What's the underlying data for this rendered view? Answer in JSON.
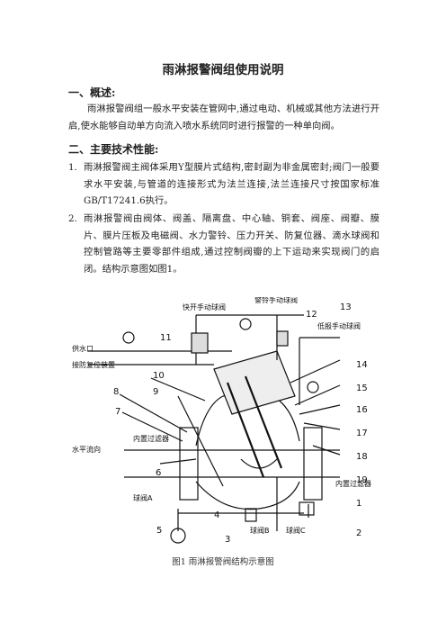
{
  "title": "雨淋报警阀组使用说明",
  "section1": {
    "heading": "一、概述:",
    "para": "雨淋报警阀组一般水平安装在管网中,通过电动、机械或其他方法进行开启,使水能够自动单方向流入喷水系统同时进行报警的一种单向阀。"
  },
  "section2": {
    "heading": "二、主要技术性能:",
    "items": [
      {
        "num": "1.",
        "text": "雨淋报警阀主阀体采用Y型膜片式结构,密封副为非金属密封;阀门一般要求水平安装,与管道的连接形式为法兰连接,法兰连接尺寸按国家标准GB/T17241.6执行。"
      },
      {
        "num": "2.",
        "text": "雨淋报警阀由阀体、阀盖、隔离盘、中心轴、铜套、阀座、阀瓣、膜片、膜片压板及电磁阀、水力警铃、压力开关、防复位器、滴水球阀和控制管路等主要零部件组成,通过控制阀瓣的上下运动来实现阀门的启闭。结构示意图如图1。"
      }
    ]
  },
  "figure": {
    "caption": "图1  雨淋报警阀结构示意图",
    "labels": {
      "top_left": "快开手动球阀",
      "top_mid": "警铃手动球阀",
      "top_right": "低报手动球阀",
      "supply": "供水口",
      "supply2": "接防复位装置",
      "water_to": "水平流向",
      "inner_left": "内置过滤器",
      "inner_right": "内置过滤器",
      "ball_a": "球阀A",
      "ball_b": "球阀B",
      "ball_c": "球阀C"
    },
    "numbers": [
      "1",
      "2",
      "3",
      "4",
      "5",
      "6",
      "7",
      "8",
      "9",
      "10",
      "11",
      "12",
      "13",
      "14",
      "15",
      "16",
      "17",
      "18",
      "19"
    ]
  }
}
